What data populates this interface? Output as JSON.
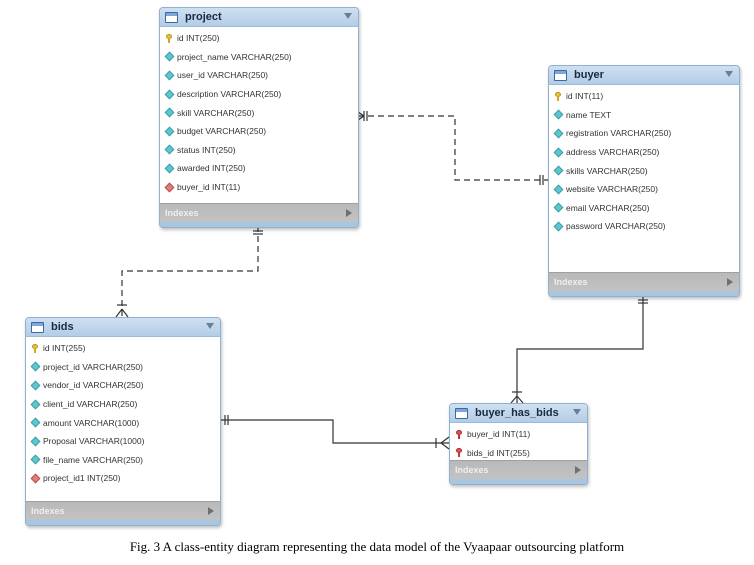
{
  "entities": {
    "project": {
      "name": "project",
      "fields": [
        {
          "icon": "primary-key-icon",
          "text": "id INT(250)"
        },
        {
          "icon": "column-icon",
          "text": "project_name VARCHAR(250)"
        },
        {
          "icon": "column-icon",
          "text": "user_id VARCHAR(250)"
        },
        {
          "icon": "column-icon",
          "text": "description VARCHAR(250)"
        },
        {
          "icon": "column-icon",
          "text": "skill VARCHAR(250)"
        },
        {
          "icon": "column-icon",
          "text": "budget VARCHAR(250)"
        },
        {
          "icon": "column-icon",
          "text": "status INT(250)"
        },
        {
          "icon": "column-icon",
          "text": "awarded INT(250)"
        },
        {
          "icon": "foreign-key-icon",
          "text": "buyer_id INT(11)"
        }
      ],
      "indexes_label": "Indexes"
    },
    "buyer": {
      "name": "buyer",
      "fields": [
        {
          "icon": "primary-key-icon",
          "text": "id INT(11)"
        },
        {
          "icon": "column-icon",
          "text": "name TEXT"
        },
        {
          "icon": "column-icon",
          "text": "registration VARCHAR(250)"
        },
        {
          "icon": "column-icon",
          "text": "address VARCHAR(250)"
        },
        {
          "icon": "column-icon",
          "text": "skills VARCHAR(250)"
        },
        {
          "icon": "column-icon",
          "text": "website VARCHAR(250)"
        },
        {
          "icon": "column-icon",
          "text": "email VARCHAR(250)"
        },
        {
          "icon": "column-icon",
          "text": "password VARCHAR(250)"
        }
      ],
      "indexes_label": "Indexes"
    },
    "bids": {
      "name": "bids",
      "fields": [
        {
          "icon": "primary-key-icon",
          "text": "id INT(255)"
        },
        {
          "icon": "column-icon",
          "text": "project_id VARCHAR(250)"
        },
        {
          "icon": "column-icon",
          "text": "vendor_id VARCHAR(250)"
        },
        {
          "icon": "column-icon",
          "text": "client_id VARCHAR(250)"
        },
        {
          "icon": "column-icon",
          "text": "amount VARCHAR(1000)"
        },
        {
          "icon": "column-icon",
          "text": "Proposal VARCHAR(1000)"
        },
        {
          "icon": "column-icon",
          "text": "file_name VARCHAR(250)"
        },
        {
          "icon": "foreign-key-icon",
          "text": "project_id1 INT(250)"
        }
      ],
      "indexes_label": "Indexes"
    },
    "buyer_has_bids": {
      "name": "buyer_has_bids",
      "fields": [
        {
          "icon": "primary-foreign-key-icon",
          "text": "buyer_id INT(11)"
        },
        {
          "icon": "primary-foreign-key-icon",
          "text": "bids_id INT(255)"
        }
      ],
      "indexes_label": "Indexes"
    }
  },
  "colors": {
    "header": "#c3d8ed",
    "border": "#8fb0cf",
    "footer": "#c0c0c0",
    "line": "#333333"
  },
  "caption": "Fig. 3 A class-entity diagram representing the data model of the Vyaapaar outsourcing platform"
}
